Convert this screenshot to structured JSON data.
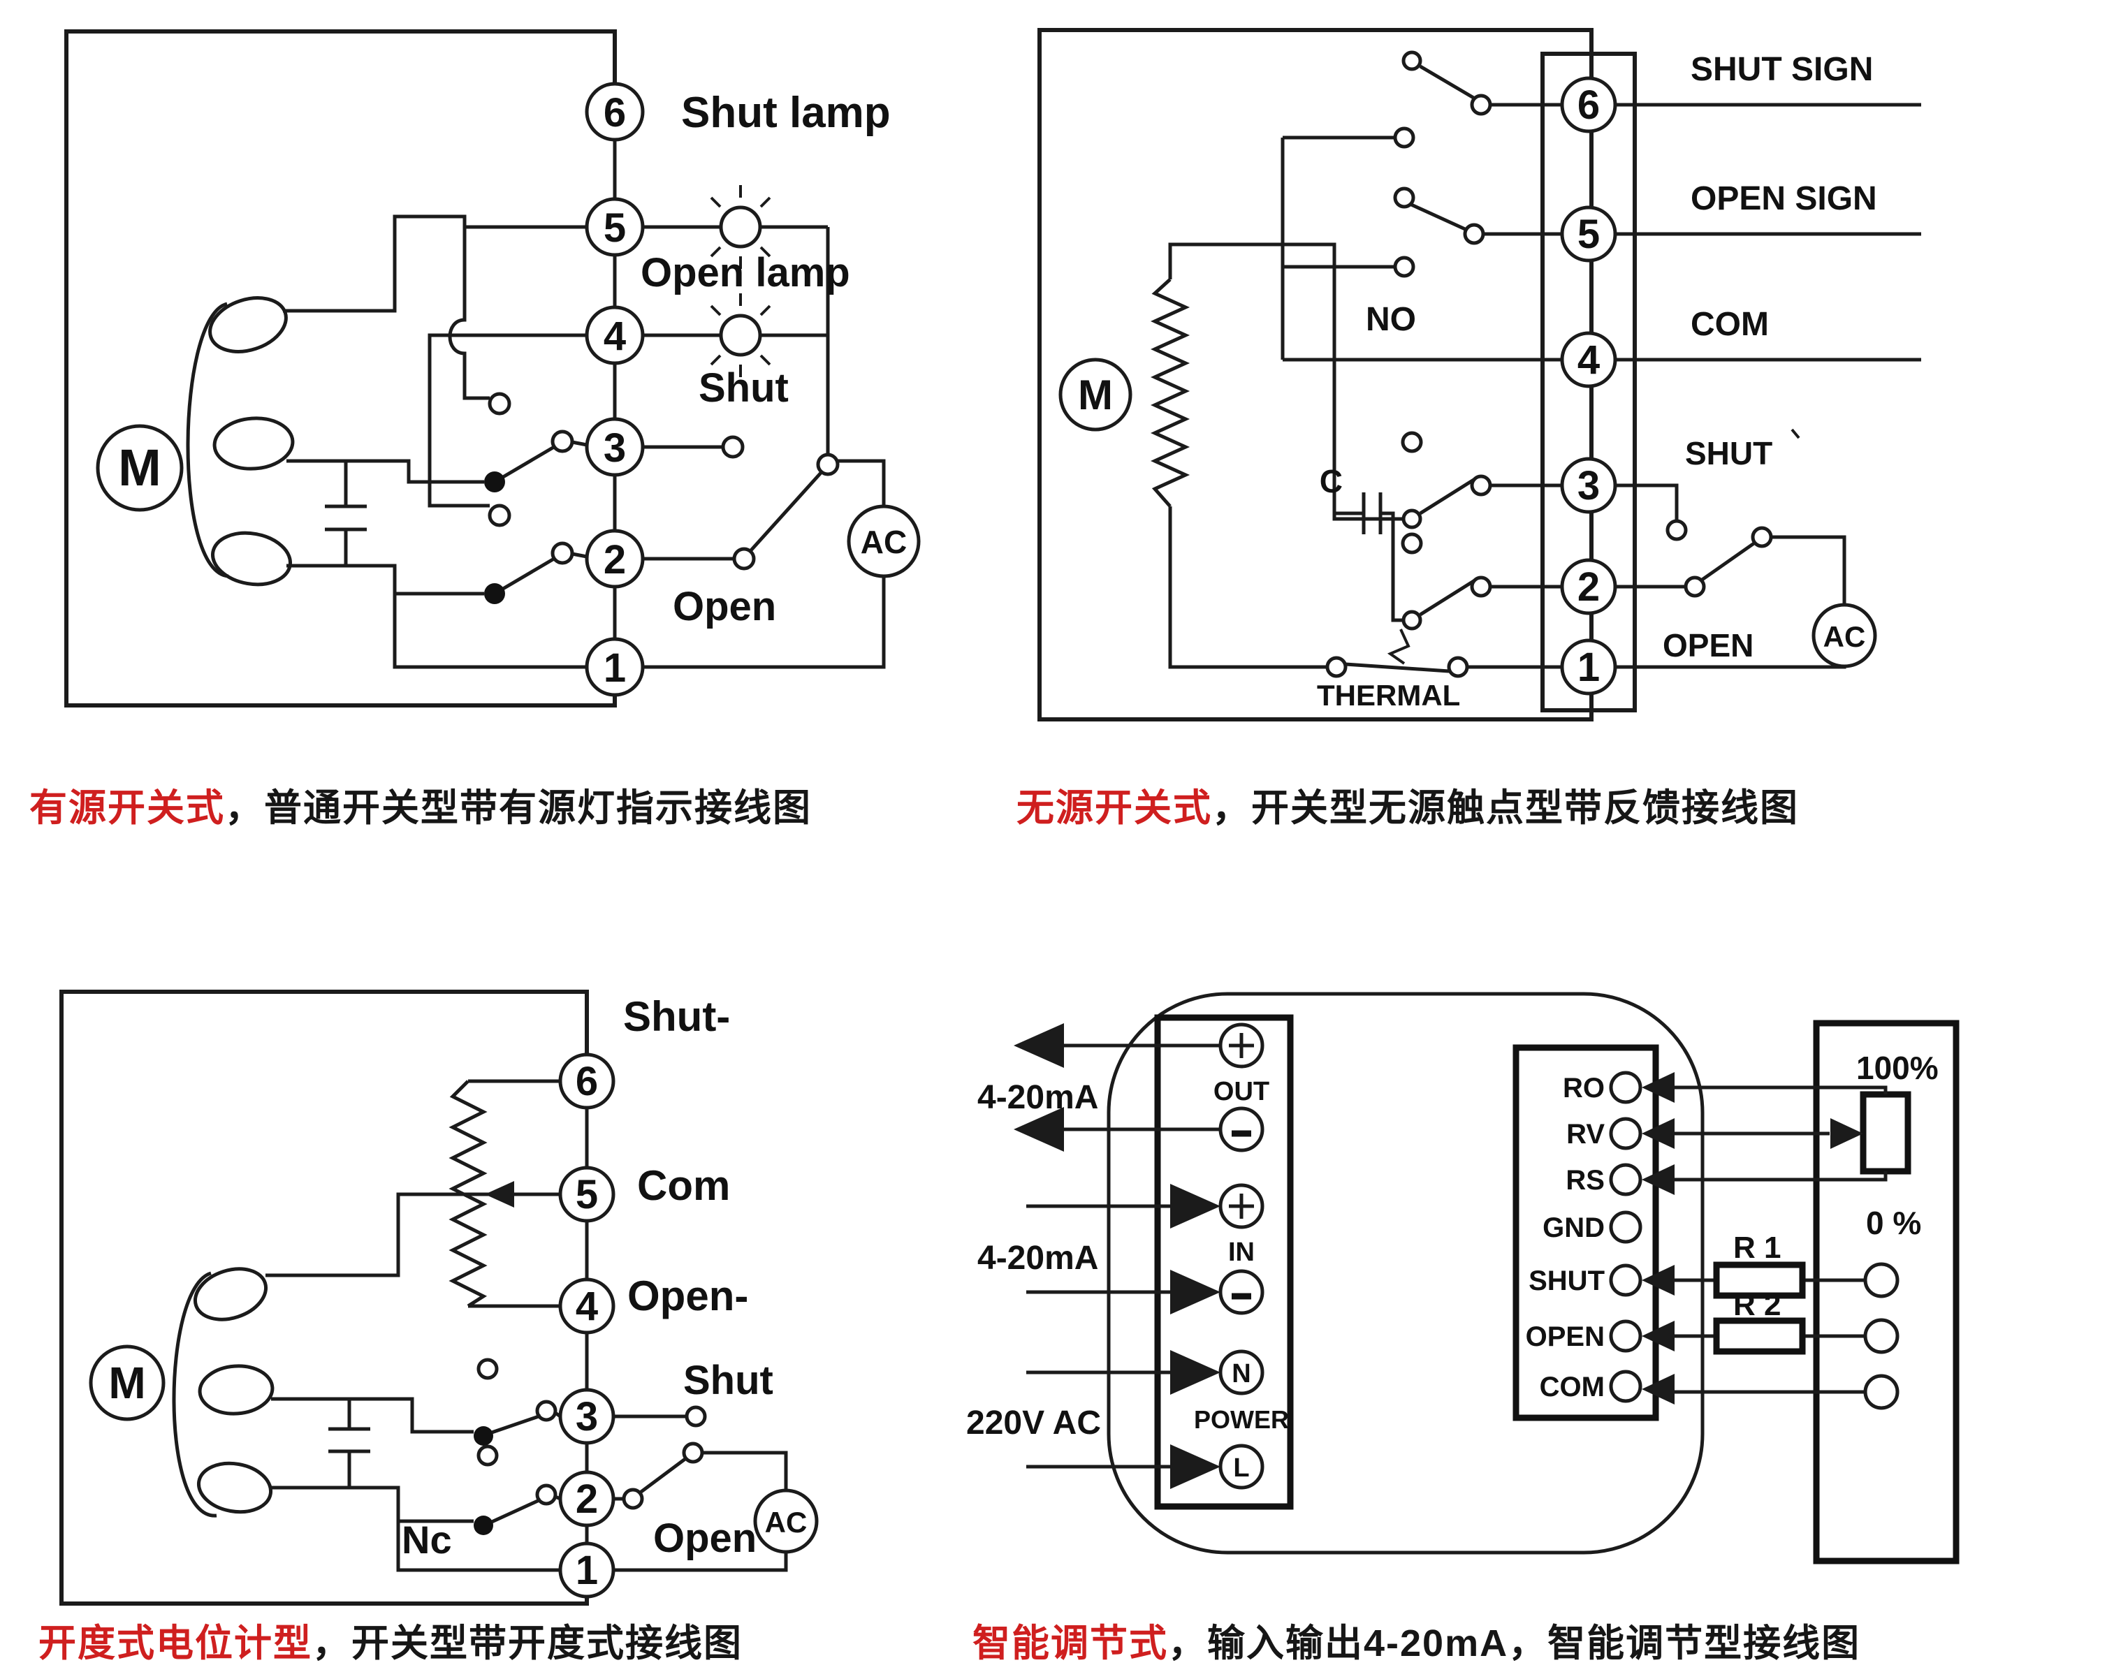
{
  "page": {
    "background": "#ffffff",
    "accent_red": "#cf1f1f",
    "line_color": "#1b1b1b"
  },
  "diagrams": {
    "active_switch": {
      "caption_red": "有源开关式",
      "caption_black": "，普通开关型带有源灯指示接线图",
      "terminals": [
        "6",
        "5",
        "4",
        "3",
        "2",
        "1"
      ],
      "labels": {
        "shut_lamp": "Shut lamp",
        "open_lamp": "Open lamp",
        "shut": "Shut",
        "open": "Open",
        "motor": "M",
        "ac": "AC"
      }
    },
    "passive_switch": {
      "caption_red": "无源开关式",
      "caption_black": "，开关型无源触点型带反馈接线图",
      "terminals": [
        "6",
        "5",
        "4",
        "3",
        "2",
        "1"
      ],
      "labels": {
        "shut_sign": "SHUT SIGN",
        "open_sign": "OPEN SIGN",
        "com": "COM",
        "no": "NO",
        "shut": "SHUT",
        "open": "OPEN",
        "thermal": "THERMAL",
        "motor": "M",
        "cap": "C",
        "ac": "AC"
      }
    },
    "potentiometer": {
      "caption_red": "开度式电位计型",
      "caption_black": "，开关型带开度式接线图",
      "terminals": [
        "6",
        "5",
        "4",
        "3",
        "2",
        "1"
      ],
      "labels": {
        "shut_minus": "Shut-",
        "com": "Com",
        "open_minus": "Open-",
        "shut": "Shut",
        "nc": "Nc",
        "open": "Open",
        "motor": "M",
        "ac": "AC"
      }
    },
    "intelligent": {
      "caption_red": "智能调节式",
      "caption_black": "，输入输出4-20mA，智能调节型接线图",
      "labels": {
        "out_ma": "4-20mA",
        "in_ma": "4-20mA",
        "out": "OUT",
        "in": "IN",
        "power": "POWER",
        "mains": "220V  AC",
        "n": "N",
        "l": "L",
        "r1": "R 1",
        "r2": "R 2",
        "p100": "100%",
        "p0": "0 %",
        "pins": [
          "RO",
          "RV",
          "RS",
          "GND",
          "SHUT",
          "OPEN",
          "COM"
        ]
      }
    }
  }
}
